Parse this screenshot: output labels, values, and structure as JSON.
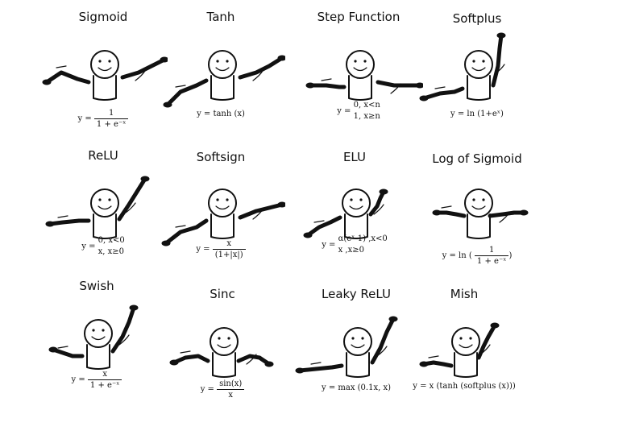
{
  "panels": [
    {
      "id": "sigmoid",
      "title": "Sigmoid",
      "formula_type": "frac",
      "lhs": "y =",
      "num": "1",
      "den": "1 + e⁻ˣ"
    },
    {
      "id": "tanh",
      "title": "Tanh",
      "formula_type": "text",
      "text": "y = tanh (x)"
    },
    {
      "id": "step",
      "title": "Step Function",
      "formula_type": "piece",
      "lhs": "y =",
      "line1": "0,  x<n",
      "line2": "1,  x≥n"
    },
    {
      "id": "softplus",
      "title": "Softplus",
      "formula_type": "text",
      "text": "y = ln (1+eˣ)"
    },
    {
      "id": "relu",
      "title": "ReLU",
      "formula_type": "piece",
      "lhs": "y =",
      "line1": "0,  x<0",
      "line2": "x,  x≥0"
    },
    {
      "id": "softsign",
      "title": "Softsign",
      "formula_type": "frac",
      "lhs": "y =",
      "num": "x",
      "den": "(1+|x|)"
    },
    {
      "id": "elu",
      "title": "ELU",
      "formula_type": "piece",
      "lhs": "y =",
      "line1": "α(eˣ-1)  ,x<0",
      "line2": "x          ,x≥0"
    },
    {
      "id": "logsigmoid",
      "title": "Log of Sigmoid",
      "formula_type": "frac",
      "lhs": "y = ln (",
      "num": "1",
      "den": "1 + e⁻ˣ",
      "rhs": ")"
    },
    {
      "id": "swish",
      "title": "Swish",
      "formula_type": "frac",
      "lhs": "y =",
      "num": "x",
      "den": "1 + e⁻ˣ"
    },
    {
      "id": "sinc",
      "title": "Sinc",
      "formula_type": "frac",
      "lhs": "y =",
      "num": "sin(x)",
      "den": "x"
    },
    {
      "id": "leakyrelu",
      "title": "Leaky ReLU",
      "formula_type": "text",
      "text": "y = max (0.1x, x)"
    },
    {
      "id": "mish",
      "title": "Mish",
      "formula_type": "text",
      "text": "y = x (tanh (softplus (x)))"
    }
  ]
}
